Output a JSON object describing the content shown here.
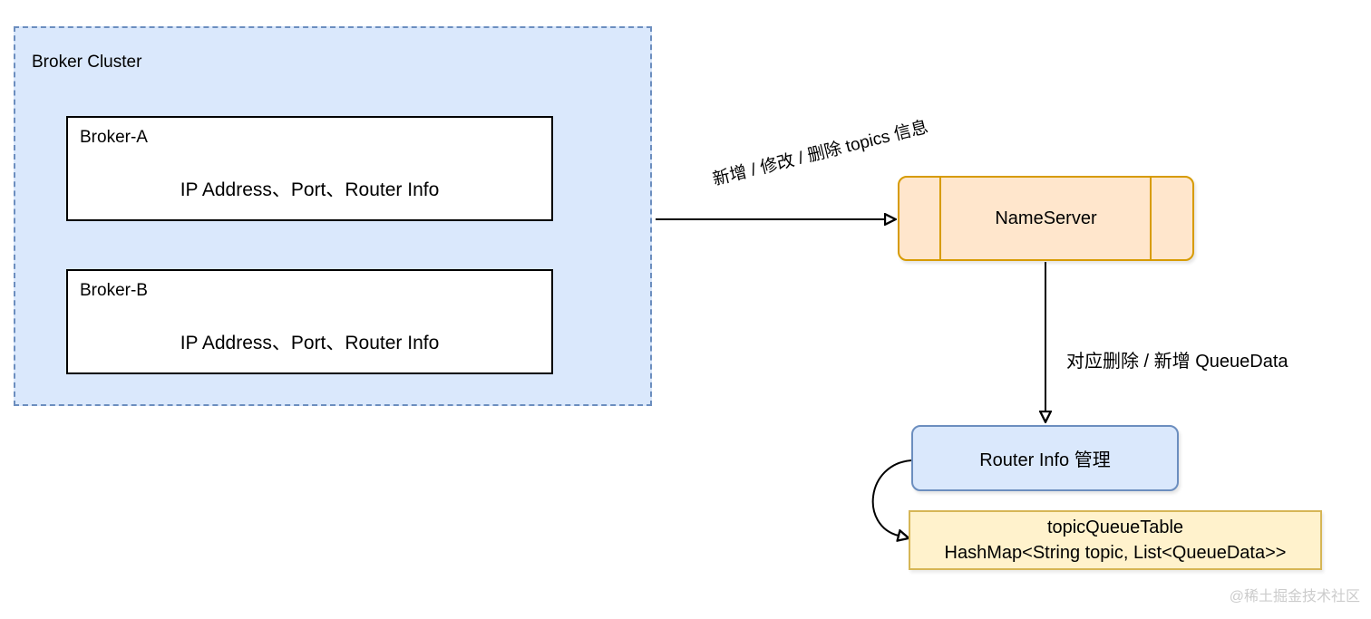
{
  "broker_cluster": {
    "label": "Broker Cluster",
    "brokers": [
      {
        "name": "Broker-A",
        "content": "IP Address、Port、Router Info"
      },
      {
        "name": "Broker-B",
        "content": "IP Address、Port、Router Info"
      }
    ]
  },
  "nameserver": {
    "label": "NameServer"
  },
  "edges": {
    "topics_update_label": "新增 / 修改 / 删除 topics 信息",
    "queuedata_label": "对应删除 / 新增 QueueData"
  },
  "router_info": {
    "label": "Router Info 管理"
  },
  "topic_queue_table": {
    "title": "topicQueueTable",
    "type_signature": "HashMap<String topic, List<QueueData>>"
  },
  "watermark": "@稀土掘金技术社区",
  "colors": {
    "cluster_fill": "#dae8fc",
    "cluster_border": "#6c8ebf",
    "nameserver_fill": "#ffe6cc",
    "nameserver_border": "#d79b00",
    "router_fill": "#dae8fc",
    "router_border": "#6c8ebf",
    "table_fill": "#fff2cc",
    "table_border": "#d6b656",
    "arrow": "#000000"
  }
}
